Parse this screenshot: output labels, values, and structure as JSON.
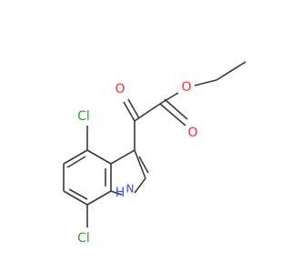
{
  "molecule": {
    "atoms": {
      "O_carbonyl_ketone": "O",
      "O_ester_ether": "O",
      "O_carbonyl_ester": "O",
      "Cl_4": "Cl",
      "Cl_7": "Cl",
      "N_H": "H",
      "N_label": "N"
    }
  },
  "colors": {
    "oxygen": "#ff2a2a",
    "nitrogen": "#3050f8",
    "chlorine": "#2ea02e",
    "carbon": "#3a3a3a"
  }
}
